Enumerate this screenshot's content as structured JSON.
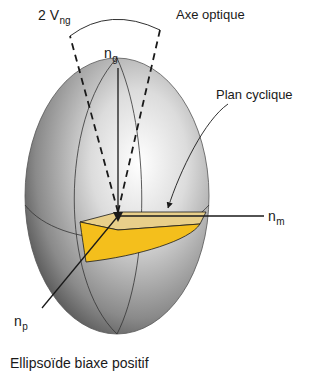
{
  "diagram": {
    "caption": "Ellipsoïde biaxe positif",
    "labels": [
      "2 V",
      "ng",
      "Axe optique",
      "n",
      "g",
      "Plan cyclique",
      "n",
      "m",
      "n",
      "p"
    ]
  }
}
